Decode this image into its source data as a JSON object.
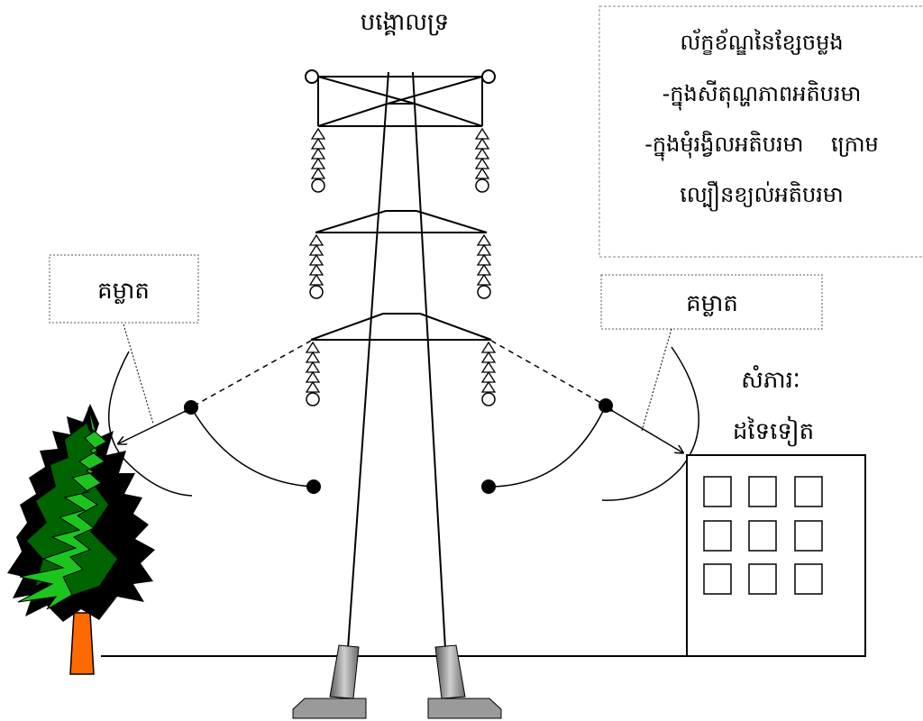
{
  "title": "បង្គោលទ្រ",
  "conditions_box": {
    "lines": [
      "ល័ក្ខខ័ណ្ឌនៃខ្សែចម្លង",
      "-ក្នុងសីតុណ្ហភាពអតិបរមា",
      "-ក្នុងមុំរង្វិលអតិបរមា    ក្រោម",
      "ល្បឿនខ្យល់អតិបរមា"
    ]
  },
  "left_label": "គម្លាត",
  "right_label": "គម្លាត",
  "building_label": {
    "line1": "សំភារៈ",
    "line2": "ដទៃទៀត"
  },
  "colors": {
    "line": "#000000",
    "tree_light": "#1ec41e",
    "tree_dark": "#006400",
    "tree_trunk": "#ff6a00",
    "footing": "#9a9a9a",
    "box_border": "#888888"
  }
}
